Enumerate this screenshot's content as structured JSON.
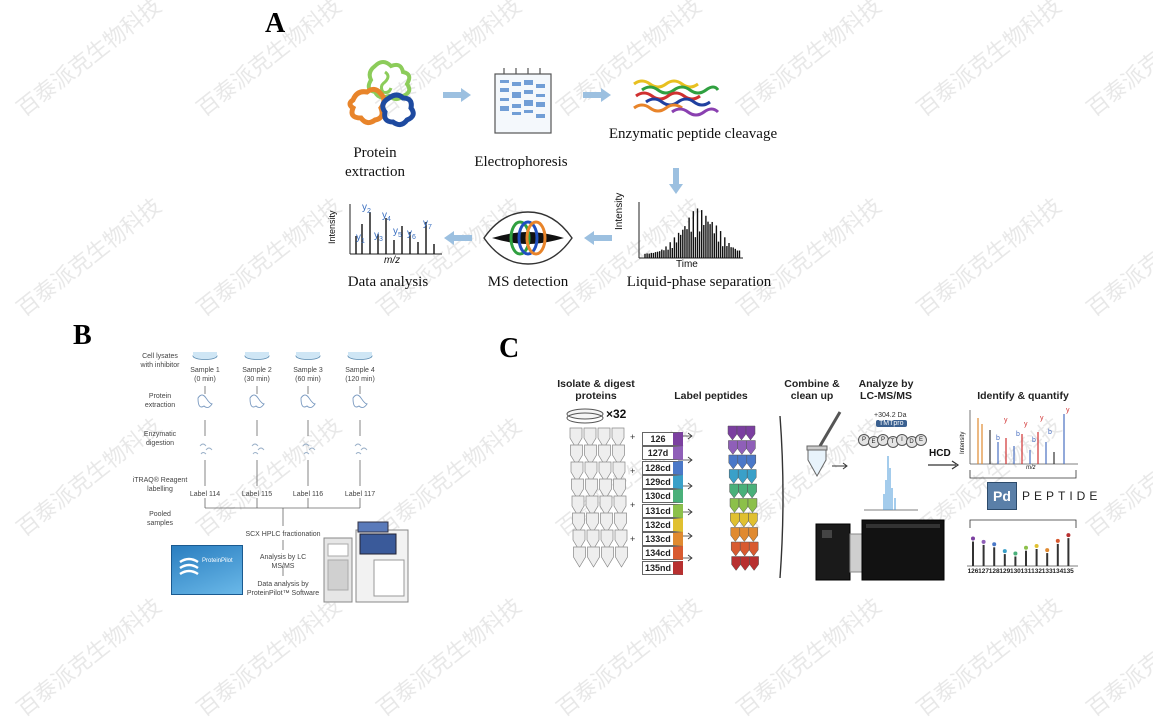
{
  "panels": {
    "a": {
      "letter": "A",
      "steps": {
        "protein_extraction": "Protein\nextraction",
        "electrophoresis": "Electrophoresis",
        "enzymatic": "Enzymatic peptide cleavage",
        "liquid_phase": "Liquid-phase  separation",
        "ms_detection": "MS detection",
        "data_analysis": "Data analysis"
      },
      "lc_axis": {
        "y": "Intensity",
        "x": "Time"
      },
      "ms_axis": {
        "y": "Intensity",
        "x": "m/z"
      },
      "ions": [
        "y1",
        "y2",
        "y3",
        "y4",
        "y5",
        "y6",
        "y7"
      ]
    },
    "b": {
      "letter": "B",
      "row_labels": [
        "Cell lysates\nwith inhibitor",
        "Protein\nextraction",
        "Enzymatic\ndigestion",
        "iTRAQ® Reagent\nlabelling",
        "Pooled\nsamples"
      ],
      "samples": [
        "Sample 1\n(0 min)",
        "Sample 2\n(30 min)",
        "Sample 3\n(60 min)",
        "Sample 4\n(120 min)"
      ],
      "labels": [
        "Label 114",
        "Label 115",
        "Label 116",
        "Label 117"
      ],
      "steps": [
        "SCX HPLC fractionation",
        "Analysis by LC\nMS/MS",
        "Data analysis by\nProteinPilot™ Software"
      ],
      "software_box": "ProteinPilot"
    },
    "c": {
      "letter": "C",
      "headers": {
        "isolate": "Isolate & digest\nproteins",
        "label": "Label peptides",
        "combine": "Combine &\nclean up",
        "analyze": "Analyze by\nLC-MS/MS",
        "identify": "Identify & quantify"
      },
      "multiplier": "×32",
      "tags": [
        "126",
        "127d",
        "128cd",
        "129cd",
        "130cd",
        "131cd",
        "132cd",
        "133cd",
        "134cd",
        "135nd"
      ],
      "tag_colors": [
        "#7b3fa0",
        "#8f5fb8",
        "#4a78c8",
        "#3aa0c8",
        "#4ab07a",
        "#8cc04a",
        "#e0c030",
        "#e08a30",
        "#d85a30",
        "#b83030"
      ],
      "mass_tag": "+304.2 Da",
      "tmtpro": "TMTpro",
      "peptide_beads": [
        "P",
        "E",
        "P",
        "T",
        "I",
        "D",
        "E"
      ],
      "hcd": "HCD",
      "pd_logo": "Pd",
      "peptide_text": "PEPTIDE",
      "reporter_ions": [
        "126",
        "127",
        "128",
        "129",
        "130",
        "131",
        "132",
        "133",
        "134",
        "135"
      ],
      "reporter_heights": [
        0.72,
        0.62,
        0.55,
        0.35,
        0.28,
        0.45,
        0.5,
        0.38,
        0.65,
        0.82
      ],
      "ms_axis": {
        "x": "m/z",
        "y": "Intensity"
      },
      "ion_letters": [
        "b",
        "y"
      ]
    }
  },
  "watermark": "百泰派克生物科技"
}
